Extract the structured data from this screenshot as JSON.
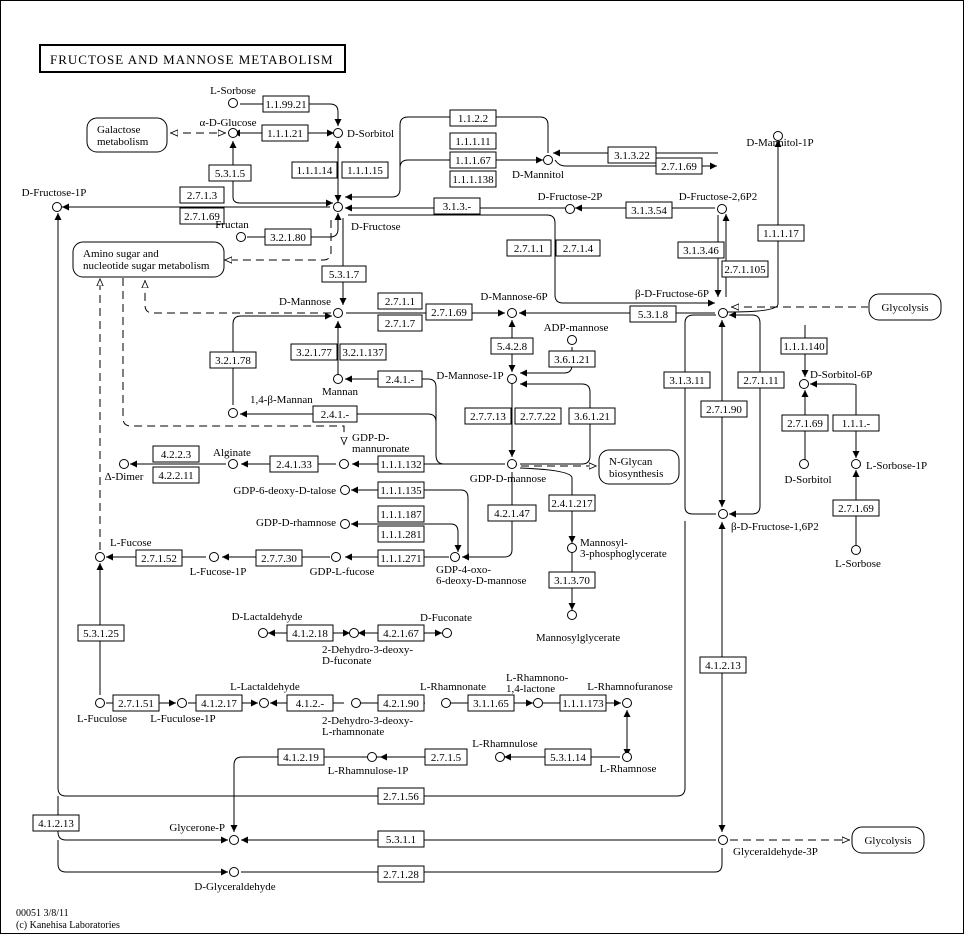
{
  "title": "FRUCTOSE AND MANNOSE METABOLISM",
  "footer": {
    "id_date": "00051 3/8/11",
    "copyright": "(c) Kanehisa Laboratories"
  },
  "maps": {
    "galactose": [
      "Galactose",
      "metabolism"
    ],
    "amino_sugar": [
      "Amino sugar and",
      "nucleotide sugar metabolism"
    ],
    "glycolysis_top": "Glycolysis",
    "nglycan": [
      "N-Glycan",
      "biosynthesis"
    ],
    "glycolysis_bottom": "Glycolysis"
  },
  "compounds": {
    "l_sorbose_top": "L-Sorbose",
    "a_d_glucose": "α-D-Glucose",
    "d_sorbitol": "D-Sorbitol",
    "d_mannitol": "D-Mannitol",
    "d_mannitol_1p": "D-Mannitol-1P",
    "d_fructose_1p": "D-Fructose-1P",
    "d_fructose": "D-Fructose",
    "fructan": "Fructan",
    "d_fructose_2p": "D-Fructose-2P",
    "d_fructose_26p2": "D-Fructose-2,6P2",
    "b_d_fructose_6p": "β-D-Fructose-6P",
    "d_mannose": "D-Mannose",
    "d_mannose_6p": "D-Mannose-6P",
    "adp_mannose": "ADP-mannose",
    "mannan": "Mannan",
    "mannan_14b": "1,4-β-Mannan",
    "d_mannose_1p": "D-Mannose-1P",
    "gdp_d_mannuronate": [
      "GDP-D-",
      "mannuronate"
    ],
    "alginate": "Alginate",
    "delta_dimer": "Δ-Dimer",
    "gdp_6_deoxy_d_talose": "GDP-6-deoxy-D-talose",
    "gdp_d_rhamnose": "GDP-D-rhamnose",
    "gdp_d_mannose": "GDP-D-mannose",
    "gdp_4_oxo": [
      "GDP-4-oxo-",
      "6-deoxy-D-mannose"
    ],
    "l_fucose": "L-Fucose",
    "l_fucose_1p": "L-Fucose-1P",
    "gdp_l_fucose": "GDP-L-fucose",
    "mannosyl_3pg": [
      "Mannosyl-",
      "3-phosphoglycerate"
    ],
    "mannosylglycerate": "Mannosylglycerate",
    "d_sorbitol_6p": "D-Sorbitol-6P",
    "d_sorbitol_right": "D-Sorbitol",
    "l_sorbose_1p": "L-Sorbose-1P",
    "l_sorbose_right": "L-Sorbose",
    "b_d_fructose_16p2": "β-D-Fructose-1,6P2",
    "d_lactaldehyde": "D-Lactaldehyde",
    "d_fuconate": "D-Fuconate",
    "dehydro_d_fuconate": [
      "2-Dehydro-3-deoxy-",
      "D-fuconate"
    ],
    "l_fuculose": "L-Fuculose",
    "l_fuculose_1p": "L-Fuculose-1P",
    "l_lactaldehyde": "L-Lactaldehyde",
    "dehydro_l_rhamnonate": [
      "2-Dehydro-3-deoxy-",
      "L-rhamnonate"
    ],
    "l_rhamnonate": "L-Rhamnonate",
    "l_rhamnono_lactone": [
      "L-Rhamnono-",
      "1,4-lactone"
    ],
    "l_rhamnofuranose": "L-Rhamnofuranose",
    "l_rhamnose": "L-Rhamnose",
    "l_rhamnulose": "L-Rhamnulose",
    "l_rhamnulose_1p": "L-Rhamnulose-1P",
    "glycerone_p": "Glycerone-P",
    "d_glyceraldehyde": "D-Glyceraldehyde",
    "glyceraldehyde_3p": "Glyceraldehyde-3P"
  },
  "enzymes": {
    "e1": "1.1.99.21",
    "e2": "1.1.1.21",
    "e3": "5.3.1.5",
    "e4": "1.1.1.14",
    "e5": "1.1.1.15",
    "e6": "1.1.2.2",
    "e7": "1.1.1.11",
    "e8": "1.1.1.67",
    "e9": "1.1.1.138",
    "e10": "3.1.3.22",
    "e11": "2.7.1.69",
    "e12": "2.7.1.3",
    "e13": "2.7.1.69",
    "e14": "3.2.1.80",
    "e15": "3.1.3.-",
    "e16": "3.1.3.54",
    "e17": "1.1.1.17",
    "e18": "2.7.1.1",
    "e19": "2.7.1.4",
    "e20": "3.1.3.46",
    "e21": "2.7.1.105",
    "e22": "5.3.1.7",
    "e23": "2.7.1.1",
    "e24": "2.7.1.7",
    "e25": "2.7.1.69",
    "e26": "5.3.1.8",
    "e27": "3.2.1.78",
    "e28": "3.2.1.77",
    "e29": "3.2.1.137",
    "e30": "5.4.2.8",
    "e31": "3.6.1.21",
    "e32": "2.4.1.-",
    "e33": "2.4.1.-",
    "e34": "2.7.7.13",
    "e35": "2.7.7.22",
    "e36": "3.6.1.21",
    "e37": "1.1.1.140",
    "e38": "3.1.3.11",
    "e39": "2.7.1.11",
    "e40": "2.7.1.90",
    "e41": "4.2.2.3",
    "e42": "4.2.2.11",
    "e43": "2.4.1.33",
    "e44": "1.1.1.132",
    "e45": "1.1.1.135",
    "e46": "1.1.1.187",
    "e47": "1.1.1.281",
    "e48": "4.2.1.47",
    "e49": "2.4.1.217",
    "e50": "2.7.1.52",
    "e51": "2.7.7.30",
    "e52": "1.1.1.271",
    "e53": "3.1.3.70",
    "e54": "2.7.1.69",
    "e55": "1.1.1.-",
    "e56": "2.7.1.69",
    "e57": "4.1.2.18",
    "e58": "4.2.1.67",
    "e59": "5.3.1.25",
    "e60": "4.1.2.13",
    "e61": "2.7.1.51",
    "e62": "4.1.2.17",
    "e63": "4.1.2.-",
    "e64": "4.2.1.90",
    "e65": "3.1.1.65",
    "e66": "1.1.1.173",
    "e67": "4.1.2.19",
    "e68": "2.7.1.5",
    "e69": "5.3.1.14",
    "e70": "2.7.1.56",
    "e71": "4.1.2.13",
    "e72": "5.3.1.1",
    "e73": "2.7.1.28"
  }
}
